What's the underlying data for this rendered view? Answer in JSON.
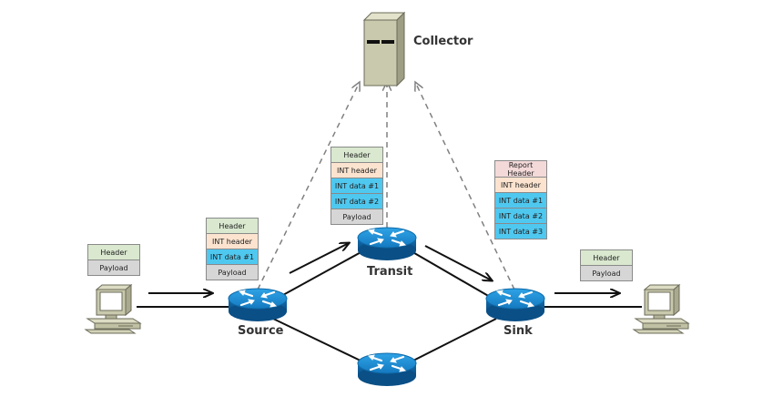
{
  "labels": {
    "collector": "Collector",
    "source": "Source",
    "transit": "Transit",
    "sink": "Sink"
  },
  "stacks": {
    "host_left": [
      "Header",
      "Payload"
    ],
    "source": [
      "Header",
      "INT header",
      "INT data #1",
      "Payload"
    ],
    "transit": [
      "Header",
      "INT header",
      "INT data #1",
      "INT data #2",
      "Payload"
    ],
    "sink_report": [
      "Report\nHeader",
      "INT header",
      "INT data #1",
      "INT data #2",
      "INT data #3"
    ],
    "host_right": [
      "Header",
      "Payload"
    ]
  },
  "colors": {
    "Header": "#d9e8cf",
    "Report\nHeader": "#f4d9d9",
    "INT header": "#fbe3cf",
    "INT data": "#4fc8f0",
    "Payload": "#d6d6d6",
    "router_blue": "#1b8ad0",
    "link": "#111111",
    "report_link": "#808080"
  },
  "icons": {
    "collector": "server-icon",
    "routers": "router-icon",
    "hosts": "desktop-computer-icon"
  }
}
